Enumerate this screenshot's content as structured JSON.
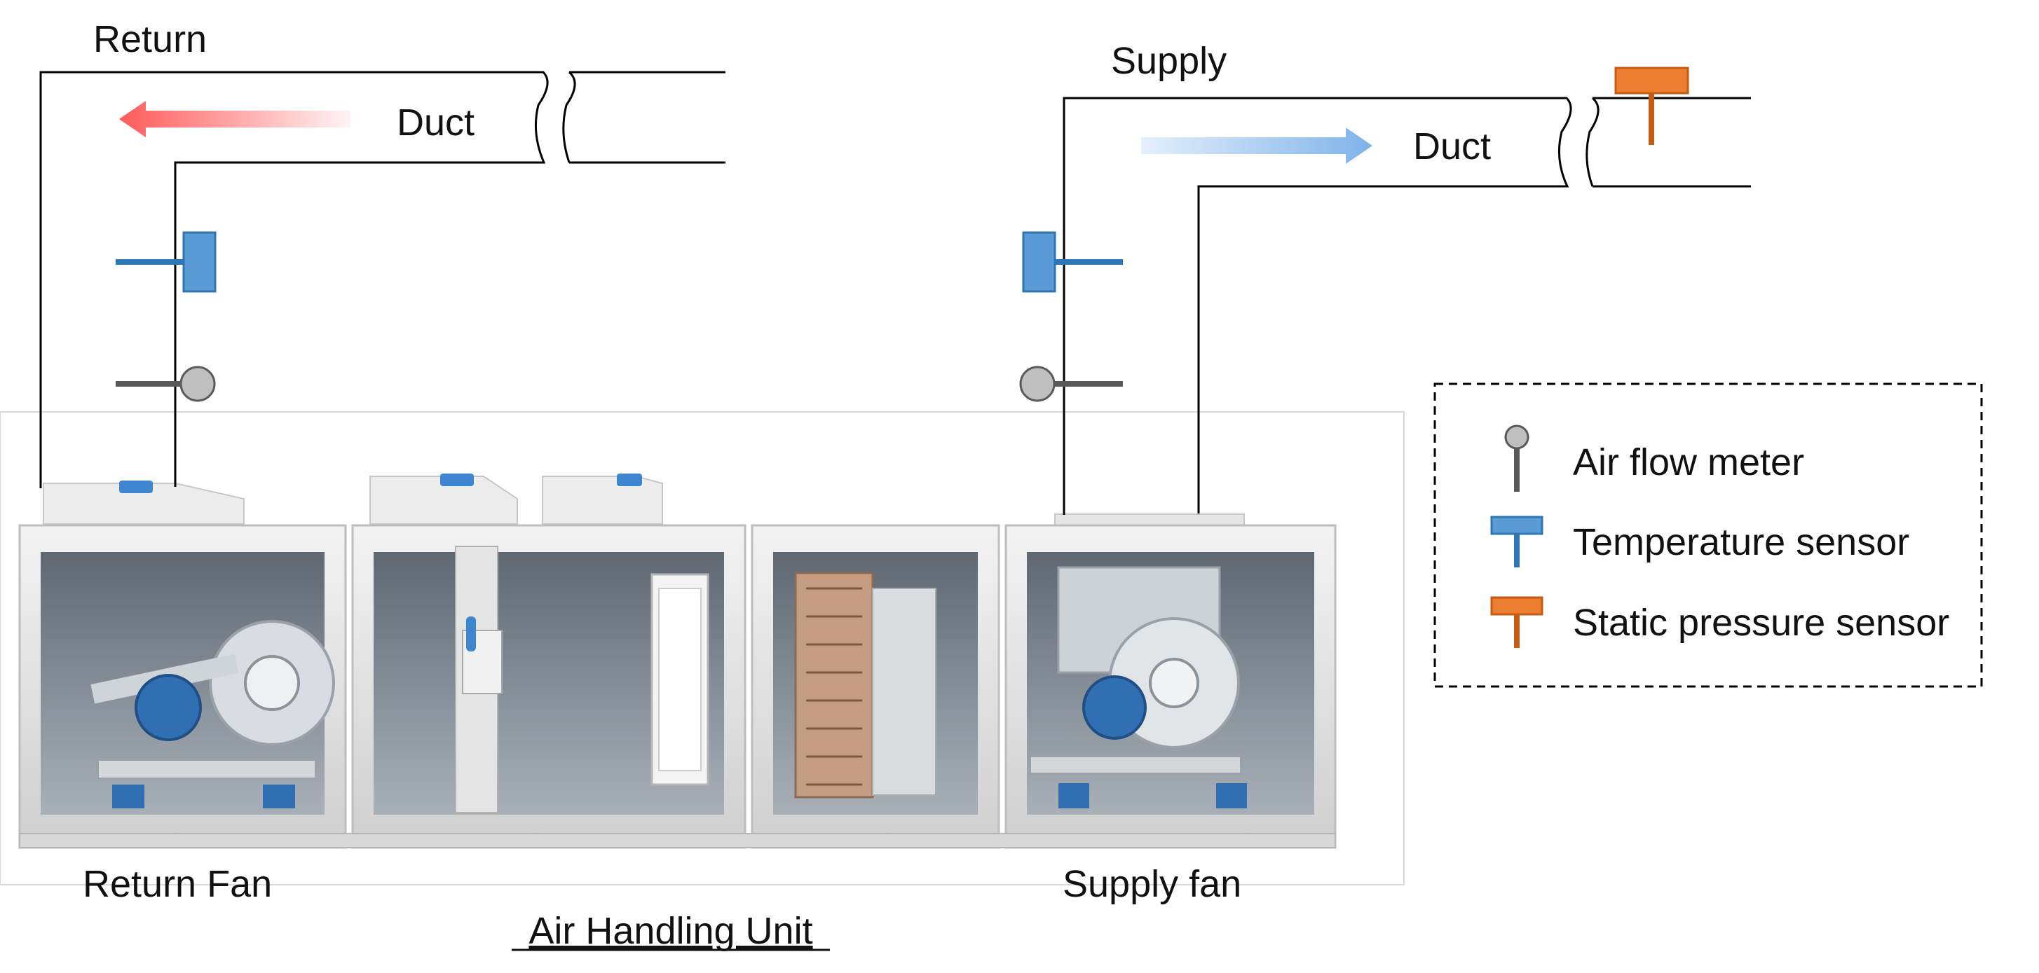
{
  "labels": {
    "return": "Return",
    "supply": "Supply",
    "return_duct": "Duct",
    "supply_duct": "Duct",
    "return_fan": "Return Fan",
    "supply_fan": "Supply fan",
    "ahu": "Air Handling Unit"
  },
  "legend": {
    "items": [
      {
        "icon": "air-flow-meter-icon",
        "label": "Air flow meter"
      },
      {
        "icon": "temperature-sensor-icon",
        "label": "Temperature sensor"
      },
      {
        "icon": "static-pressure-sensor-icon",
        "label": "Static pressure sensor"
      }
    ]
  },
  "colors": {
    "temperature_sensor": "#5b9bd5",
    "temperature_line": "#2e75b6",
    "pressure_sensor": "#ed7d31",
    "pressure_line": "#c55a11",
    "flow_meter": "#bfbfbf",
    "flow_line": "#595959",
    "return_arrow": "#ff5a5a",
    "supply_arrow": "#7fb2ea",
    "unit_frame": "#e2e2e2",
    "unit_interior": "#6d7782",
    "motor": "#2f6fb2"
  }
}
